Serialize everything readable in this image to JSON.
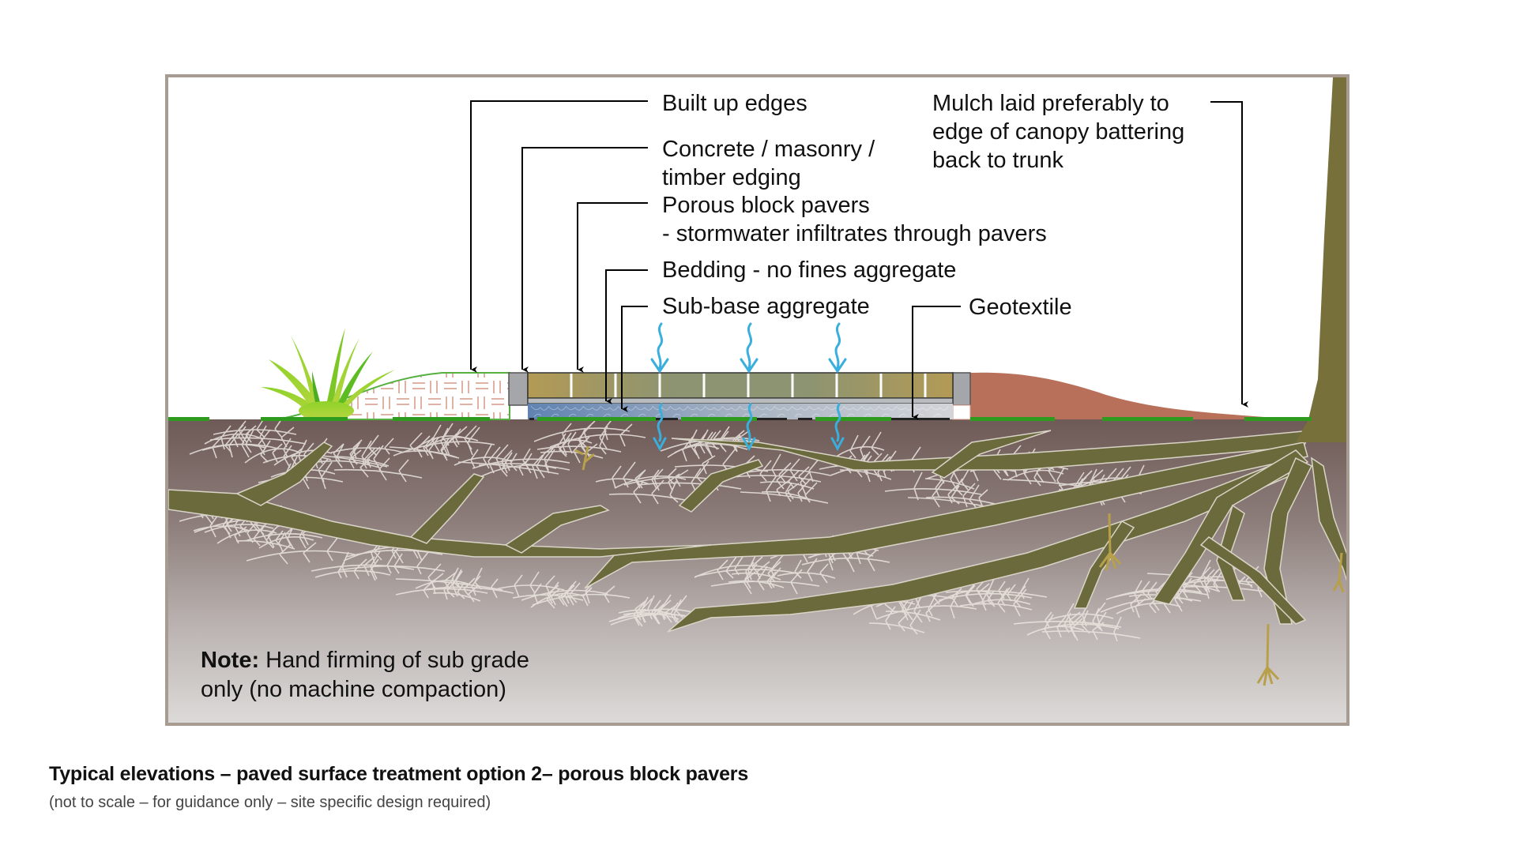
{
  "labels": {
    "built_up_edges": "Built up edges",
    "edging_line1": "Concrete / masonry /",
    "edging_line2": "timber edging",
    "pavers_line1": "Porous block pavers",
    "pavers_line2": "- stormwater infiltrates through pavers",
    "bedding": "Bedding - no fines aggregate",
    "subbase": "Sub-base aggregate",
    "geotextile": "Geotextile",
    "mulch_line1": "Mulch laid preferably to",
    "mulch_line2": "edge of canopy battering",
    "mulch_line3": "back to trunk"
  },
  "note": {
    "prefix": "Note:",
    "line1_rest": " Hand firming of sub grade",
    "line2": "only (no machine compaction)"
  },
  "caption": {
    "title": "Typical elevations – paved surface treatment option 2– porous block pavers",
    "subtitle": "(not to scale – for guidance only – site specific design required)"
  },
  "colors": {
    "frame": "#a89c92",
    "root": "#6b6a3c",
    "mulch": "#b8705a",
    "ground_strip": "#2e9a1e",
    "water_arrow": "#3aaedc",
    "soil_top": "#6e5a56",
    "soil_bottom": "#dcdad8"
  },
  "icons": {
    "infiltration_arrows": [
      "wavy-water-arrow",
      "wavy-water-arrow",
      "wavy-water-arrow"
    ],
    "plant": "grass-tuft-icon",
    "tree": "tree-trunk-with-roots"
  }
}
